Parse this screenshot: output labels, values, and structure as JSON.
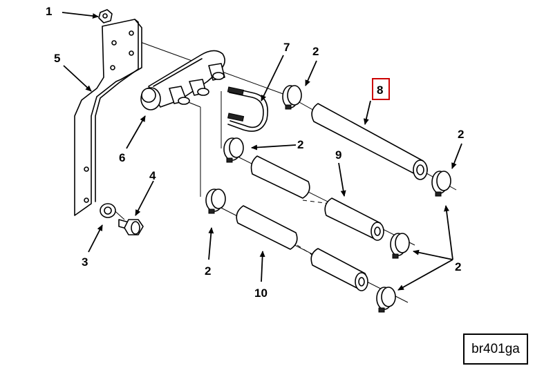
{
  "labels": {
    "l1": "1",
    "l2a": "2",
    "l2b": "2",
    "l2c": "2",
    "l2d": "2",
    "l2e": "2",
    "l3": "3",
    "l4": "4",
    "l5": "5",
    "l6": "6",
    "l7": "7",
    "l8": "8",
    "l9": "9",
    "l10": "10"
  },
  "drawing_code": "br401ga",
  "colors": {
    "highlight": "#cc0000",
    "ink": "#000000",
    "paper": "#ffffff"
  }
}
